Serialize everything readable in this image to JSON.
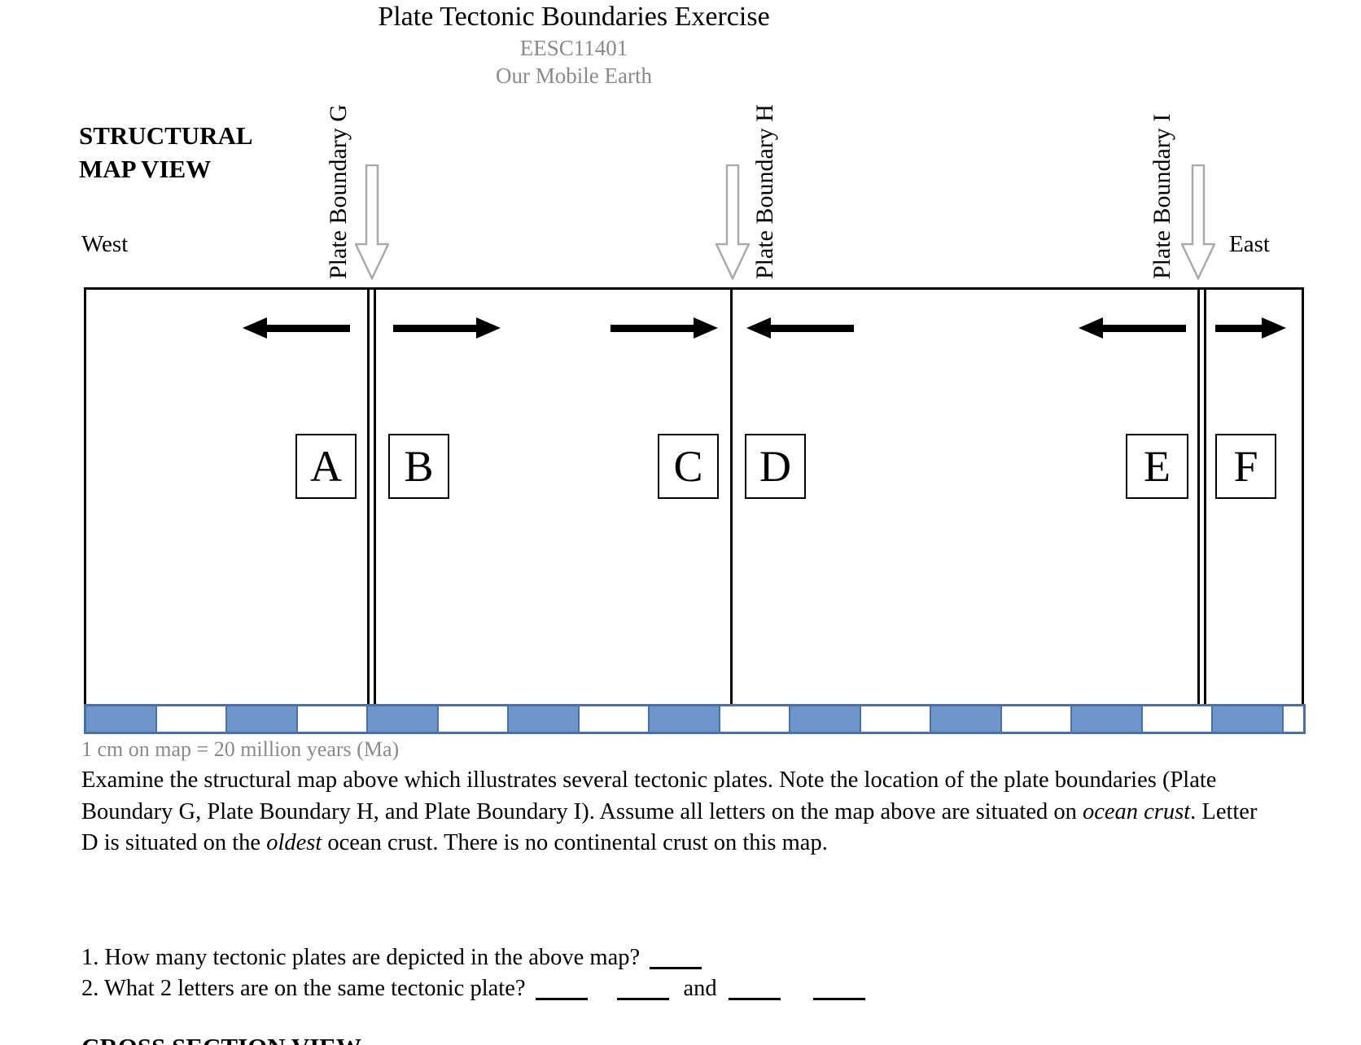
{
  "header": {
    "title": "Plate Tectonic Boundaries Exercise",
    "course_code": "EESC11401",
    "course_name": "Our Mobile Earth"
  },
  "map": {
    "section_label": "STRUCTURAL MAP VIEW",
    "west_label": "West",
    "east_label": "East",
    "boundaries": [
      {
        "id": "G",
        "label": "Plate Boundary G",
        "line_style": "double",
        "motion": "divergent"
      },
      {
        "id": "H",
        "label": "Plate Boundary H",
        "line_style": "single",
        "motion": "convergent"
      },
      {
        "id": "I",
        "label": "Plate Boundary I",
        "line_style": "double",
        "motion": "divergent"
      }
    ],
    "plate_letters": [
      "A",
      "B",
      "C",
      "D",
      "E",
      "F"
    ],
    "arrows": [
      {
        "plate": "A",
        "direction": "west"
      },
      {
        "plate": "B",
        "direction": "east"
      },
      {
        "plate": "C",
        "direction": "east"
      },
      {
        "plate": "D",
        "direction": "west"
      },
      {
        "plate": "E",
        "direction": "west"
      },
      {
        "plate": "F",
        "direction": "east"
      }
    ],
    "scale_note": "1 cm on map = 20 million years (Ma)",
    "colors": {
      "scale_bar_blue": "#6d97cc",
      "scale_bar_border": "#4a70a6",
      "gray_text": "#8a8a8a",
      "hollow_arrow_gray": "#a9a9a9"
    }
  },
  "paragraph": {
    "seg1": "Examine the structural map above which illustrates several tectonic plates. Note the location of the plate boundaries (Plate Boundary G, Plate Boundary H, and Plate Boundary I). Assume all letters on the map above are situated on ",
    "seg2_italic": "ocean crust",
    "seg3": ". Letter D is situated on the ",
    "seg4_italic": "oldest",
    "seg5": " ocean crust. There is no continental crust on this map."
  },
  "questions": {
    "q1": "1. How many tectonic plates are depicted in the above map?",
    "q2": "2. What 2 letters are on the same tectonic plate?",
    "q2_and": "and"
  },
  "footer": {
    "next_section": "CROSS SECTION VIEW"
  }
}
